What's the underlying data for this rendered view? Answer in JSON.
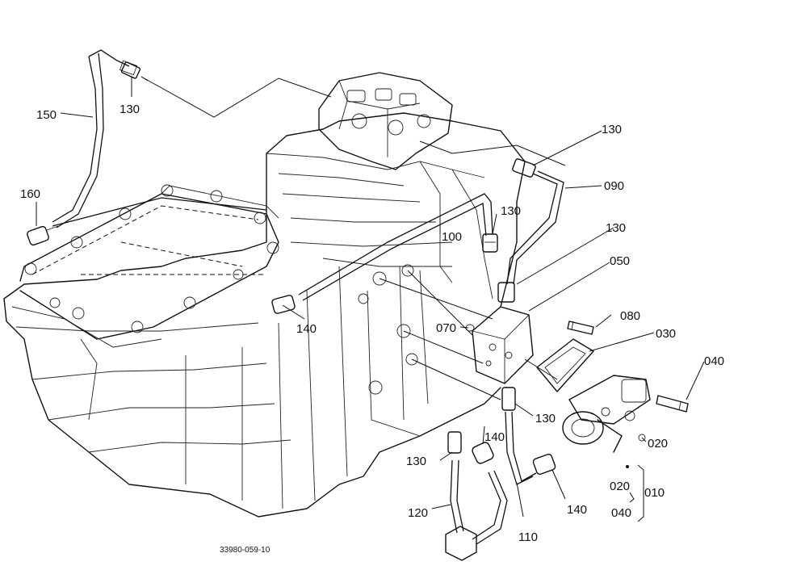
{
  "figure_code": "33980-059-10",
  "callouts": [
    {
      "id": "c150",
      "text": "150"
    },
    {
      "id": "c130a",
      "text": "130"
    },
    {
      "id": "c160",
      "text": "160"
    },
    {
      "id": "c130b",
      "text": "130"
    },
    {
      "id": "c090",
      "text": "090"
    },
    {
      "id": "c130c",
      "text": "130"
    },
    {
      "id": "c100",
      "text": "100"
    },
    {
      "id": "c130d",
      "text": "130"
    },
    {
      "id": "c050",
      "text": "050"
    },
    {
      "id": "c080",
      "text": "080"
    },
    {
      "id": "c030",
      "text": "030"
    },
    {
      "id": "c070",
      "text": "070"
    },
    {
      "id": "c140a",
      "text": "140"
    },
    {
      "id": "c040a",
      "text": "040"
    },
    {
      "id": "c130e",
      "text": "130"
    },
    {
      "id": "c020a",
      "text": "020"
    },
    {
      "id": "c130f",
      "text": "130"
    },
    {
      "id": "c140b",
      "text": "140"
    },
    {
      "id": "c140c",
      "text": "140"
    },
    {
      "id": "c020b",
      "text": "020"
    },
    {
      "id": "c010",
      "text": "010"
    },
    {
      "id": "c040b",
      "text": "040"
    },
    {
      "id": "c120",
      "text": "120"
    },
    {
      "id": "c110",
      "text": "110"
    }
  ]
}
